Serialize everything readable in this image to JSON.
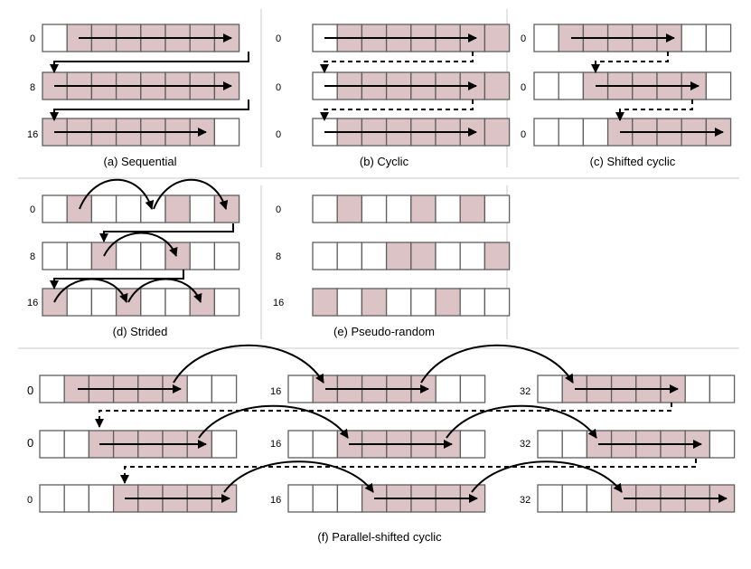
{
  "colors": {
    "highlight": "#dcc3c5",
    "border": "#5f5f5f",
    "divider": "#c8c8c8"
  },
  "panels": {
    "a": {
      "caption": "(a) Sequential",
      "row_labels": [
        "0",
        "8",
        "16"
      ]
    },
    "b": {
      "caption": "(b) Cyclic",
      "row_labels": [
        "0",
        "0",
        "0"
      ]
    },
    "c": {
      "caption": "(c) Shifted cyclic",
      "row_labels": [
        "0",
        "0",
        "0"
      ]
    },
    "d": {
      "caption": "(d) Strided",
      "row_labels": [
        "0",
        "8",
        "16"
      ]
    },
    "e": {
      "caption": "(e) Pseudo-random",
      "row_labels": [
        "0",
        "8",
        "16"
      ]
    },
    "f": {
      "caption": "(f) Parallel-shifted cyclic",
      "row_labels": [
        [
          "0",
          "16",
          "32"
        ],
        [
          "0",
          "16",
          "32"
        ],
        [
          "0",
          "16",
          "32"
        ]
      ]
    }
  }
}
